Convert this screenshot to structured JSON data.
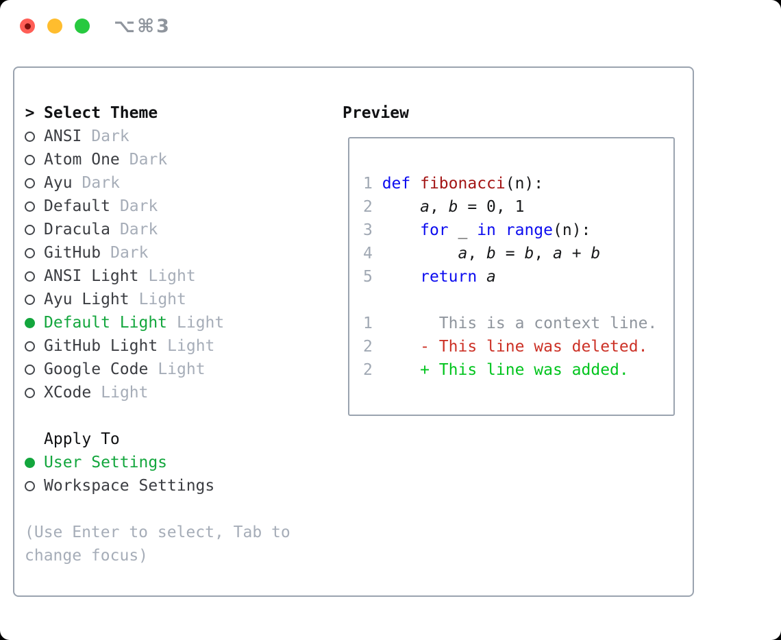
{
  "window": {
    "shortcut": "⌥⌘3"
  },
  "traffic_lights": {
    "close_color": "#ff5e56",
    "minimize_color": "#ffbd2e",
    "zoom_color": "#27c93f"
  },
  "colors": {
    "selected_green": "#13a63d",
    "keyword_blue": "#0b0bef",
    "function_red": "#a31515",
    "diff_deleted_red": "#cc3126",
    "diff_added_green": "#00c41d",
    "muted_gray": "#a6adb8",
    "panel_border": "#9aa3af"
  },
  "theme_panel": {
    "header_marker": ">",
    "header": "Select Theme",
    "items": [
      {
        "label": "ANSI",
        "tag": "Dark",
        "selected": false
      },
      {
        "label": "Atom One",
        "tag": "Dark",
        "selected": false
      },
      {
        "label": "Ayu",
        "tag": "Dark",
        "selected": false
      },
      {
        "label": "Default",
        "tag": "Dark",
        "selected": false
      },
      {
        "label": "Dracula",
        "tag": "Dark",
        "selected": false
      },
      {
        "label": "GitHub",
        "tag": "Dark",
        "selected": false
      },
      {
        "label": "ANSI Light",
        "tag": "Light",
        "selected": false
      },
      {
        "label": "Ayu Light",
        "tag": "Light",
        "selected": false
      },
      {
        "label": "Default Light",
        "tag": "Light",
        "selected": true
      },
      {
        "label": "GitHub Light",
        "tag": "Light",
        "selected": false
      },
      {
        "label": "Google Code",
        "tag": "Light",
        "selected": false
      },
      {
        "label": "XCode",
        "tag": "Light",
        "selected": false
      }
    ],
    "apply_to": {
      "header": "Apply To",
      "options": [
        {
          "label": "User Settings",
          "selected": true
        },
        {
          "label": "Workspace Settings",
          "selected": false
        }
      ]
    },
    "help": "(Use Enter to select, Tab to change focus)"
  },
  "preview": {
    "title": "Preview",
    "lines": [
      {
        "num": "1",
        "tokens": [
          [
            "kw",
            "def"
          ],
          [
            "pl",
            " "
          ],
          [
            "fn",
            "fibonacci"
          ],
          [
            "pl",
            "(n):"
          ]
        ]
      },
      {
        "num": "2",
        "tokens": [
          [
            "pl",
            "    "
          ],
          [
            "var",
            "a"
          ],
          [
            "pl",
            ", "
          ],
          [
            "var",
            "b"
          ],
          [
            "pl",
            " = 0, 1"
          ]
        ]
      },
      {
        "num": "3",
        "tokens": [
          [
            "pl",
            "    "
          ],
          [
            "kw",
            "for"
          ],
          [
            "pl",
            " _ "
          ],
          [
            "kw",
            "in"
          ],
          [
            "pl",
            " "
          ],
          [
            "kw",
            "range"
          ],
          [
            "pl",
            "(n):"
          ]
        ]
      },
      {
        "num": "4",
        "tokens": [
          [
            "pl",
            "        "
          ],
          [
            "var",
            "a"
          ],
          [
            "pl",
            ", "
          ],
          [
            "var",
            "b"
          ],
          [
            "pl",
            " = "
          ],
          [
            "var",
            "b"
          ],
          [
            "pl",
            ", "
          ],
          [
            "var",
            "a"
          ],
          [
            "pl",
            " + "
          ],
          [
            "var",
            "b"
          ]
        ]
      },
      {
        "num": "5",
        "tokens": [
          [
            "pl",
            "    "
          ],
          [
            "kw",
            "return"
          ],
          [
            "pl",
            " "
          ],
          [
            "var",
            "a"
          ]
        ]
      },
      {
        "num": "",
        "tokens": []
      },
      {
        "num": "1",
        "tokens": [
          [
            "ctx",
            "      This is a context line."
          ]
        ]
      },
      {
        "num": "2",
        "tokens": [
          [
            "del",
            "    - This line was deleted."
          ]
        ]
      },
      {
        "num": "2",
        "tokens": [
          [
            "add",
            "    + This line was added."
          ]
        ]
      }
    ]
  }
}
